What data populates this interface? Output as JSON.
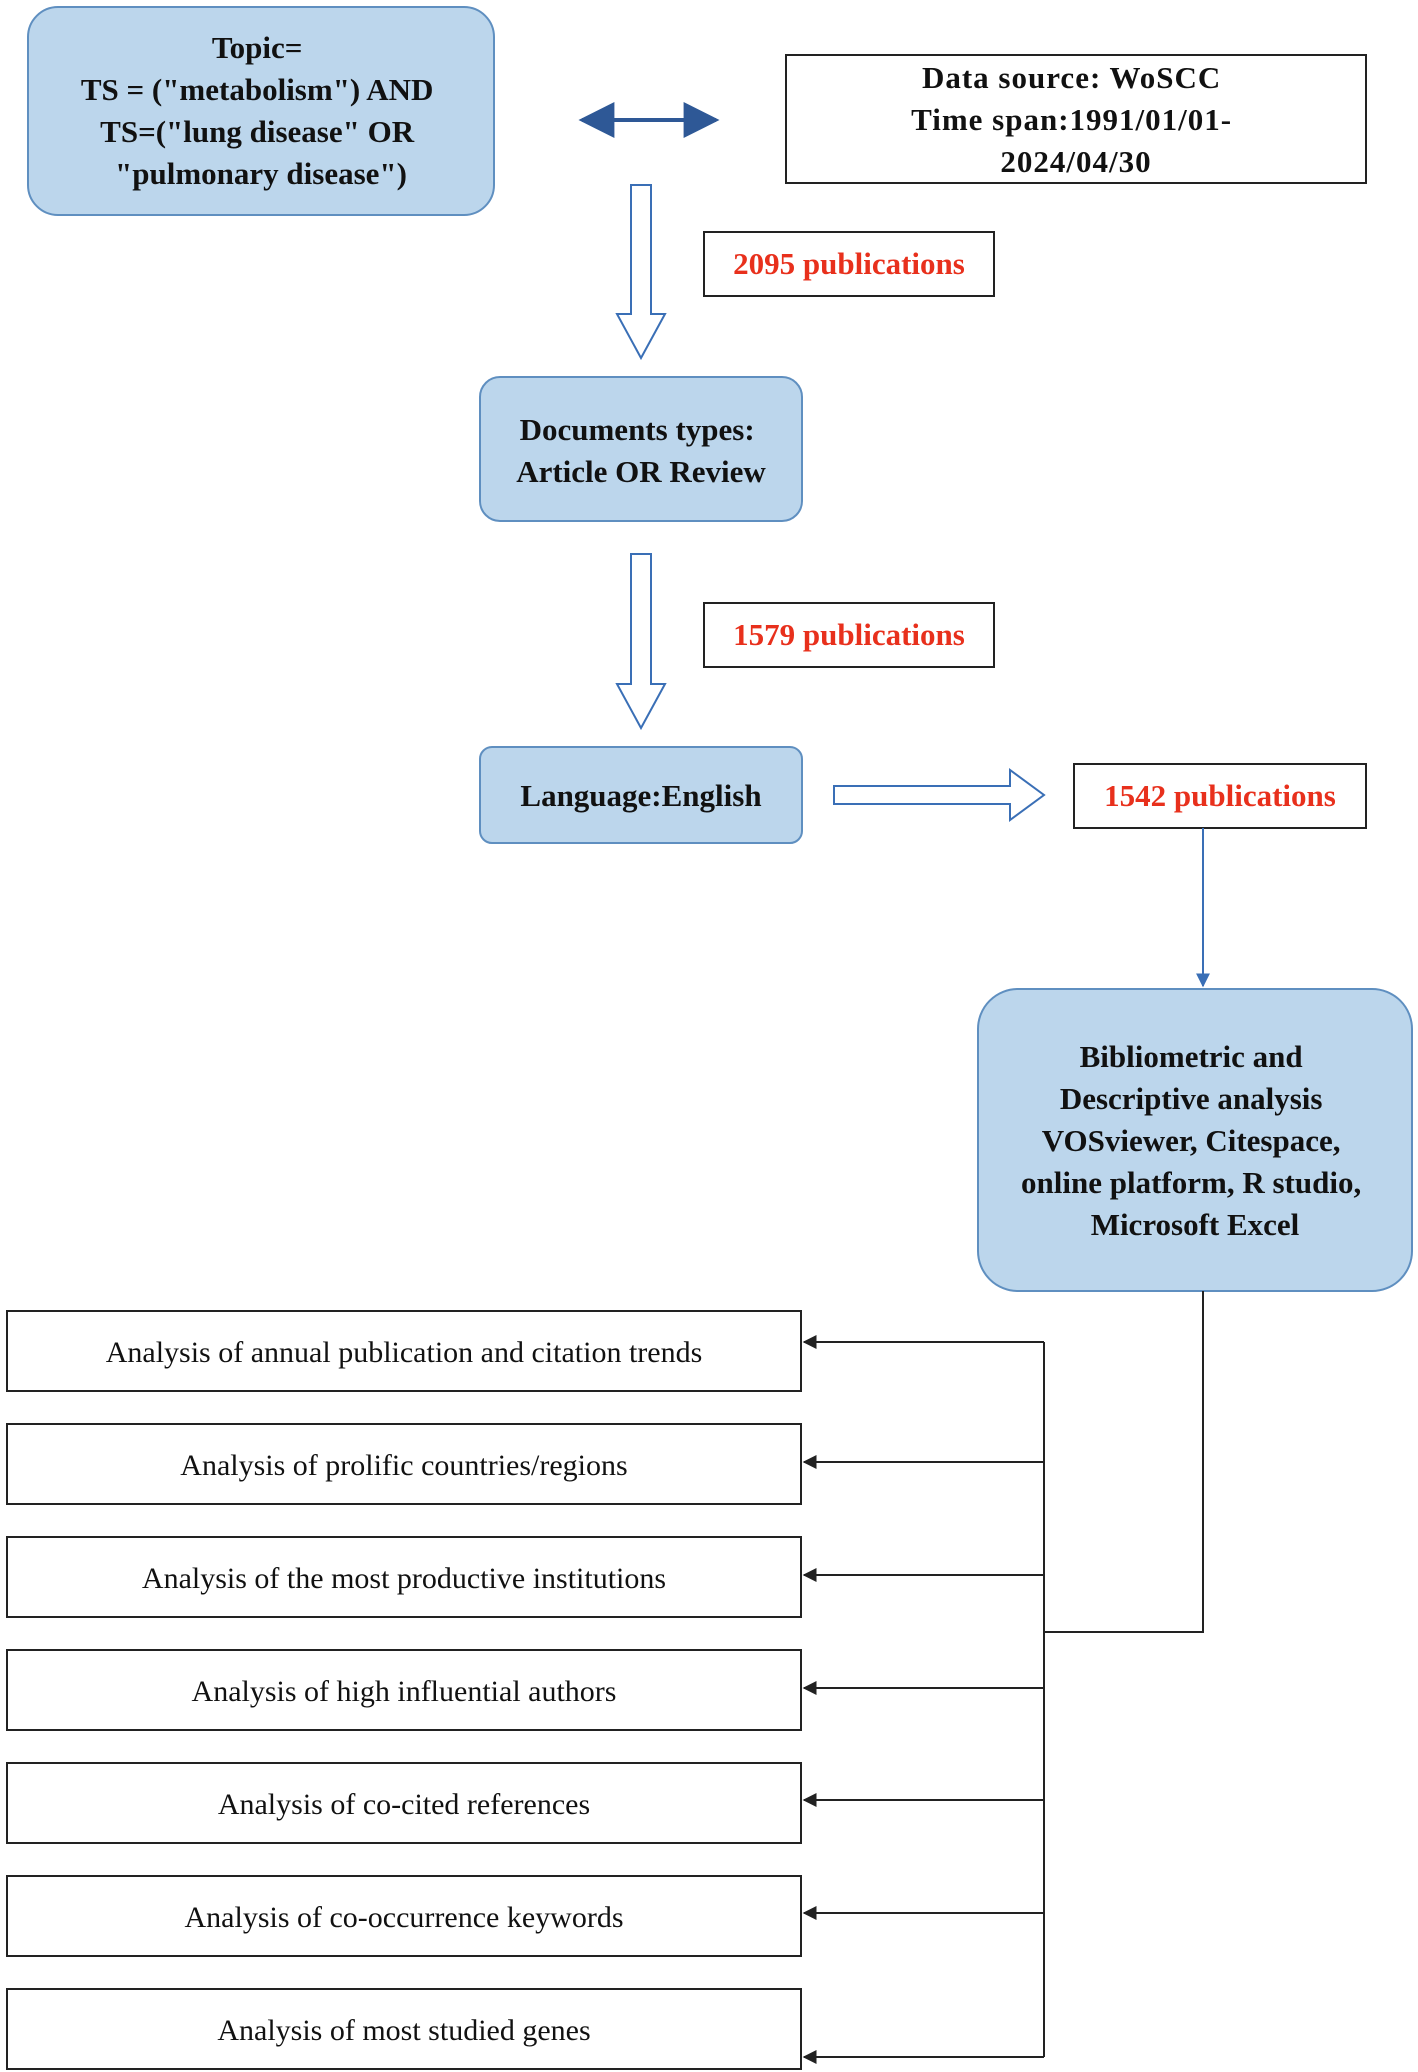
{
  "colors": {
    "box_fill": "#bcd6ec",
    "box_stroke": "#5f8fc0",
    "double_arrow": "#2e5896",
    "hollow_arrow": "#3a6fb6",
    "connector": "#3a6fb6",
    "count_text": "#e8301c",
    "text": "#111111",
    "line_black": "#222222"
  },
  "search": {
    "topic_lines": [
      "Topic=",
      "TS = (\"metabolism\") AND",
      "TS=(\"lung disease\" OR",
      "\"pulmonary disease\")"
    ]
  },
  "source": {
    "lines": [
      "Data source: WoSCC",
      "Time span:1991/01/01-",
      "2024/04/30"
    ]
  },
  "counts": {
    "first": "2095 publications",
    "second": "1579 publications",
    "third": "1542 publications"
  },
  "filters": {
    "doc_types_lines": [
      "Documents types:",
      "Article OR Review"
    ],
    "language": "Language:English"
  },
  "analysis_box": {
    "lines": [
      "Bibliometric and",
      "Descriptive analysis",
      "VOSviewer, Citespace,",
      "online platform, R studio,",
      "Microsoft Excel"
    ]
  },
  "outputs": [
    "Analysis of annual publication and citation trends",
    "Analysis of prolific countries/regions",
    "Analysis of the most productive institutions",
    "Analysis of high influential authors",
    "Analysis of co-cited references",
    "Analysis of co-occurrence keywords",
    "Analysis of most studied genes"
  ]
}
